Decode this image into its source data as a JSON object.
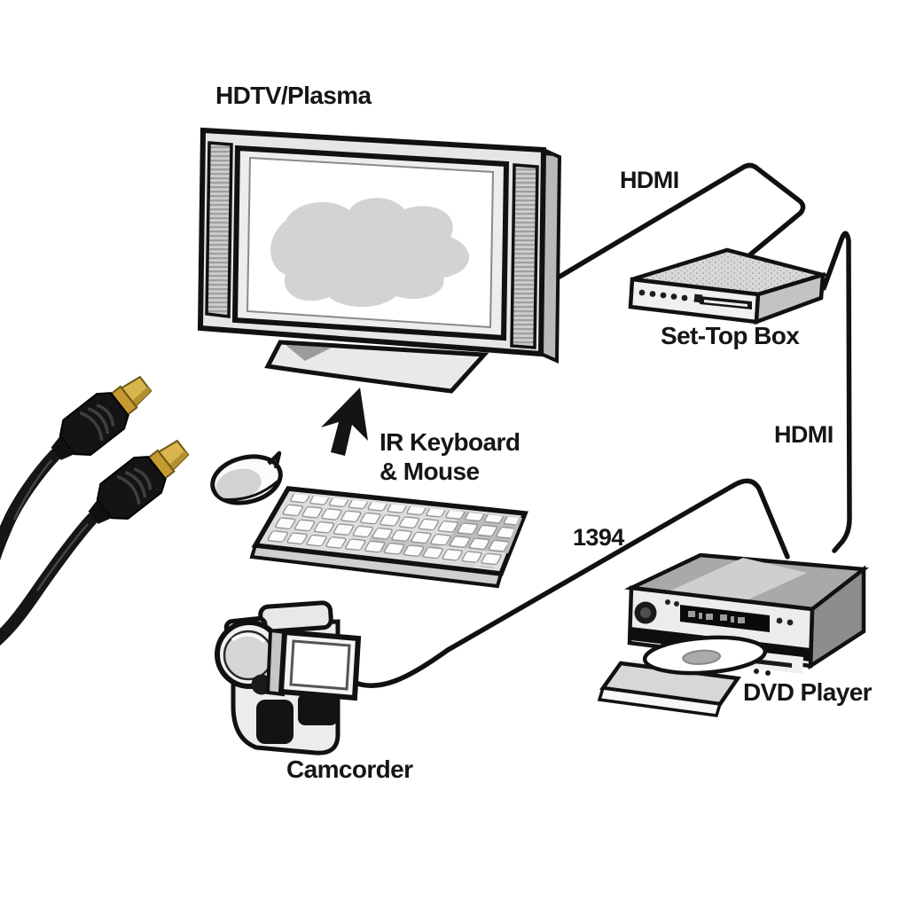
{
  "labels": {
    "hdtv": "HDTV/Plasma",
    "hdmi_tv_to_stb": "HDMI",
    "set_top_box": "Set-Top Box",
    "hdmi_stb_to_dvd": "HDMI",
    "ir_keyboard_line1": "IR Keyboard",
    "ir_keyboard_line2": "& Mouse",
    "link_1394": "1394",
    "dvd_player": "DVD Player",
    "camcorder": "Camcorder"
  },
  "colors": {
    "background": "#ffffff",
    "outline": "#111111",
    "text": "#161616",
    "device_light": "#ececec",
    "device_mid": "#c3c3c3",
    "device_dark": "#8d8d8d",
    "cable_black": "#161616",
    "hdmi_gold": "#d9b54e"
  }
}
